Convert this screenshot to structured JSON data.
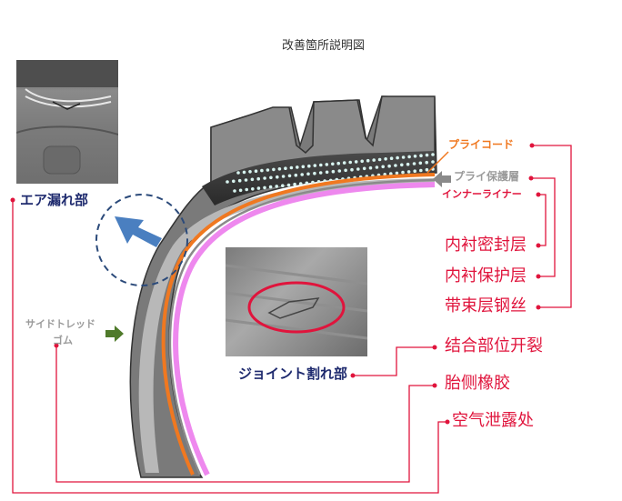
{
  "title": "改善箇所説明図",
  "labels": {
    "ply_cord": "プライコード",
    "ply_protect": "プライ保護層",
    "inner_liner": "インナーライナー",
    "air_leak_jp": "エア漏れ部",
    "sidetread_line1": "サイドトレッド",
    "sidetread_line2": "ゴム",
    "joint_crack_jp": "ジョイント割れ部",
    "inner_seal_cn": "内衬密封层",
    "inner_protect_cn": "内衬保护层",
    "belt_cord_cn": "带束层钢丝",
    "joint_crack_cn": "结合部位开裂",
    "sidewall_cn": "胎侧橡胶",
    "air_leak_cn": "空气泄露处"
  },
  "colors": {
    "orange": "#f07820",
    "pink": "#ee88ee",
    "red": "#e0143c",
    "navy": "#1e2a6e",
    "gray_text": "#9a9a9a",
    "blue_arrow": "#4a7fc0",
    "green_arrow": "#4f7a2a"
  },
  "icons": [
    "arrow-left-icon",
    "arrow-right-icon",
    "up-left-arrow-icon"
  ]
}
